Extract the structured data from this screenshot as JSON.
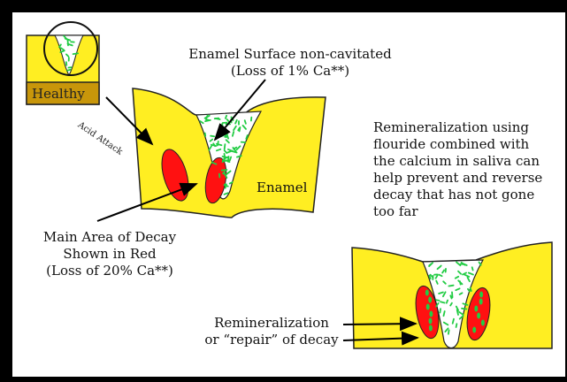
{
  "labels": {
    "healthy": "Healthy",
    "acid_attack": "Acid Attack",
    "enamel": "Enamel",
    "surface_line1": "Enamel Surface non-cavitated",
    "surface_line2": "(Loss of 1% Ca**)",
    "decay_line1": "Main Area of Decay",
    "decay_line2": "Shown in Red",
    "decay_line3": "(Loss of 20% Ca**)",
    "remin_line1": "Remineralization using",
    "remin_line2": "flouride combined with",
    "remin_line3": "the calcium in saliva can",
    "remin_line4": "help prevent and reverse",
    "remin_line5": "decay that has not gone",
    "remin_line6": "too far",
    "repair_line1": "Remineralization",
    "repair_line2": "or “repair” of decay"
  },
  "colors": {
    "enamel_yellow": "#ffee22",
    "dentin_brown": "#c8960a",
    "decay_red": "#ff1111",
    "bacteria_green": "#22cc44",
    "cavity_fill": "#ffffff"
  }
}
